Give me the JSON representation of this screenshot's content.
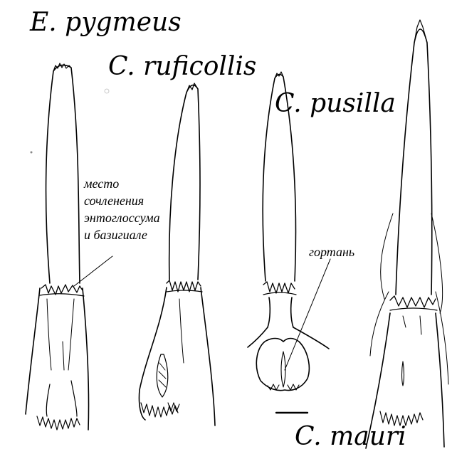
{
  "species_labels": {
    "e_pygmeus": "E. pygmeus",
    "c_ruficollis": "C. ruficollis",
    "c_pusilla": "C. pusilla",
    "c_mauri": "C. mauri"
  },
  "annotations": {
    "joint": {
      "line1": "место",
      "line2": "сочленения",
      "line3": "энтоглоссума",
      "line4": "и базигиале"
    },
    "larynx": "гортань"
  },
  "colors": {
    "ink": "#000000",
    "paper": "#ffffff"
  }
}
